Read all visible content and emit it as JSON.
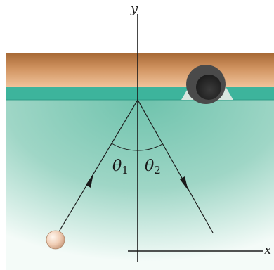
{
  "axes": {
    "x_label": "x",
    "y_label": "y"
  },
  "angles": {
    "incidence_symbol": "θ",
    "incidence_subscript": "1",
    "reflection_symbol": "θ",
    "reflection_subscript": "2"
  },
  "colors": {
    "rail_top": "#b97840",
    "rail_bottom": "#e2a777",
    "felt_strip": "#3cb8a0",
    "table_felt": "#7cc9b5",
    "pocket": "#2e2e2e",
    "ball": "#f1d2bd",
    "lines": "#1a1a1a"
  },
  "icons": {
    "pocket": "pocket-icon",
    "ball": "ball-icon"
  }
}
